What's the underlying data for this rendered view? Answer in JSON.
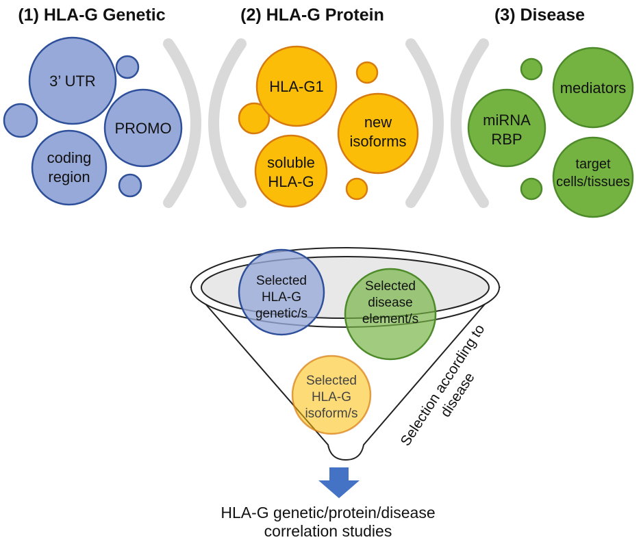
{
  "colors": {
    "blue_fill": "#97a9d8",
    "blue_stroke": "#2e4f99",
    "orange_fill": "#fbbd07",
    "orange_stroke": "#d77b10",
    "green_fill": "#74b341",
    "green_stroke": "#4d8a2a",
    "bracket": "#d9d9d9",
    "arrow": "#4472c4",
    "funnel_stroke": "#222222",
    "funnel_inner_fill": "#e8e8e8"
  },
  "sections": [
    {
      "title": "(1) HLA-G Genetic",
      "circles": [
        {
          "lines": [
            "3’ UTR"
          ]
        },
        {
          "lines": [
            "PROMO"
          ]
        },
        {
          "lines": [
            "coding",
            "region"
          ]
        }
      ]
    },
    {
      "title": "(2) HLA-G Protein",
      "circles": [
        {
          "lines": [
            "HLA-G1"
          ]
        },
        {
          "lines": [
            "new",
            "isoforms"
          ]
        },
        {
          "lines": [
            "soluble",
            "HLA-G"
          ]
        }
      ]
    },
    {
      "title": "(3) Disease",
      "circles": [
        {
          "lines": [
            "mediators"
          ]
        },
        {
          "lines": [
            "miRNA",
            "RBP"
          ]
        },
        {
          "lines": [
            "target",
            "cells/tissues"
          ]
        }
      ]
    }
  ],
  "funnel": {
    "selected_genetic": [
      "Selected",
      "HLA-G",
      "genetic/s"
    ],
    "selected_disease": [
      "Selected",
      "disease",
      "element/s"
    ],
    "selected_isoform": [
      "Selected",
      "HLA-G",
      "isoform/s"
    ],
    "side_label": [
      "Selection according to",
      "disease"
    ]
  },
  "conclusion": [
    "HLA-G genetic/protein/disease",
    "correlation studies"
  ]
}
